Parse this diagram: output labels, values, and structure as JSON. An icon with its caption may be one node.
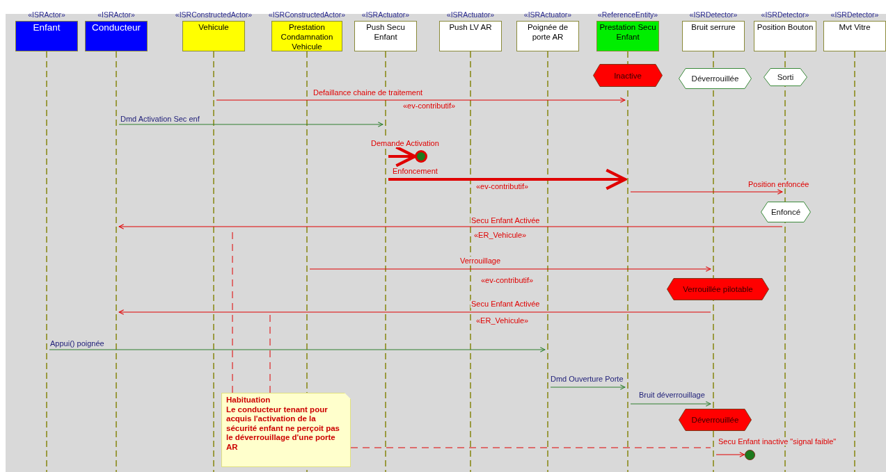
{
  "diagram": {
    "nodes": [
      {
        "text": [
          "«ISRActor»",
          "Enfant"
        ]
      },
      {
        "text": [
          "«ISRActor»",
          "Conducteur"
        ]
      },
      {
        "text": [
          "«ISRConstructedActor»",
          "Vehicule"
        ]
      },
      {
        "text": [
          "«ISRConstructedActor»",
          "Prestation Condamnation Vehicule"
        ]
      },
      {
        "text": [
          "«ISRActuator»",
          "Push Secu Enfant"
        ]
      },
      {
        "text": [
          "«ISRActuator»",
          "Push LV AR"
        ]
      },
      {
        "text": [
          "«ISRActuator»",
          "Poignée de porte AR"
        ]
      },
      {
        "text": [
          "«ReferenceEntity»",
          "Prestation Secu Enfant"
        ]
      },
      {
        "text": [
          "«ISRDetector»",
          "Bruit serrure"
        ]
      },
      {
        "text": [
          "«ISRDetector»",
          "Position Bouton"
        ]
      },
      {
        "text": [
          "«ISRDetector»",
          "Mvt Vitre"
        ]
      },
      {
        "text": [],
        "shape": "line"
      },
      {
        "text": [],
        "shape": "line"
      },
      {
        "text": [],
        "shape": "line"
      },
      {
        "text": [],
        "shape": "line"
      },
      {
        "text": [],
        "shape": "line"
      },
      {
        "text": [],
        "shape": "line"
      },
      {
        "text": [],
        "shape": "line"
      },
      {
        "text": [],
        "shape": "line"
      },
      {
        "text": [],
        "shape": "line"
      },
      {
        "text": [],
        "shape": "line"
      },
      {
        "text": [],
        "shape": "line"
      },
      {
        "text": [
          "Inactive"
        ]
      },
      {
        "text": [
          "Déverrouillée"
        ]
      },
      {
        "text": [
          "Sorti"
        ]
      },
      {
        "text": [],
        "shape": "circle"
      },
      {
        "text": [
          "Enfoncé"
        ]
      },
      {
        "text": [
          "Verrouillée pilotable"
        ]
      },
      {
        "text": [
          "Déverrouillée"
        ]
      },
      {
        "text": [
          "Habituation",
          "Le conducteur tenant pour acquis l'activation de la sécurité enfant ne perçoit pas le déverrouillage d'une porte AR"
        ]
      },
      {
        "text": [],
        "shape": "circle"
      }
    ],
    "edges": [
      {
        "from": 13,
        "to": 18,
        "arrow": "to",
        "label": "Defaillance chaine de traitement"
      },
      {
        "from": 12,
        "to": 15,
        "arrow": "to",
        "label": "Dmd Activation Sec enf",
        "color": "#2f7f2f"
      },
      {
        "from": 15,
        "to": 25,
        "arrow": "to",
        "label": "Demande Activation",
        "style": "thick"
      },
      {
        "from": 15,
        "to": 18,
        "arrow": "to",
        "label": "Enfoncement",
        "style": "thick"
      },
      {
        "from": 18,
        "to": 20,
        "arrow": "to",
        "label": "Position enfoncée"
      },
      {
        "from": 20,
        "to": 12,
        "arrow": "to",
        "label": "Secu Enfant Activée"
      },
      {
        "from": 14,
        "to": 19,
        "arrow": "to",
        "label": "Verrouillage"
      },
      {
        "from": 19,
        "to": 12,
        "arrow": "to",
        "label": "Secu Enfant Activée"
      },
      {
        "from": 11,
        "to": 17,
        "arrow": "to",
        "label": "Appui() poignée",
        "color": "#2f7f2f"
      },
      {
        "from": 17,
        "to": 18,
        "arrow": "to",
        "label": "Dmd Ouverture Porte",
        "color": "#2f7f2f"
      },
      {
        "from": 18,
        "to": 19,
        "arrow": "to",
        "label": "Bruit déverrouillage",
        "color": "#2f7f2f"
      },
      {
        "from": 19,
        "to": 30,
        "arrow": "to",
        "label": "Secu Enfant inactive \"signal faible\""
      },
      {
        "from": 29,
        "to": null,
        "arrow": "none",
        "style": "dashed"
      },
      {
        "from": 29,
        "to": null,
        "arrow": "none",
        "style": "dashed"
      },
      {
        "from": 29,
        "to": 19,
        "arrow": "none",
        "style": "dashed"
      }
    ],
    "labels": [
      "«ev-contributif»",
      "«ev-contributif»",
      "«ER_Vehicule»",
      "«ev-contributif»",
      "«ER_Vehicule»"
    ]
  }
}
